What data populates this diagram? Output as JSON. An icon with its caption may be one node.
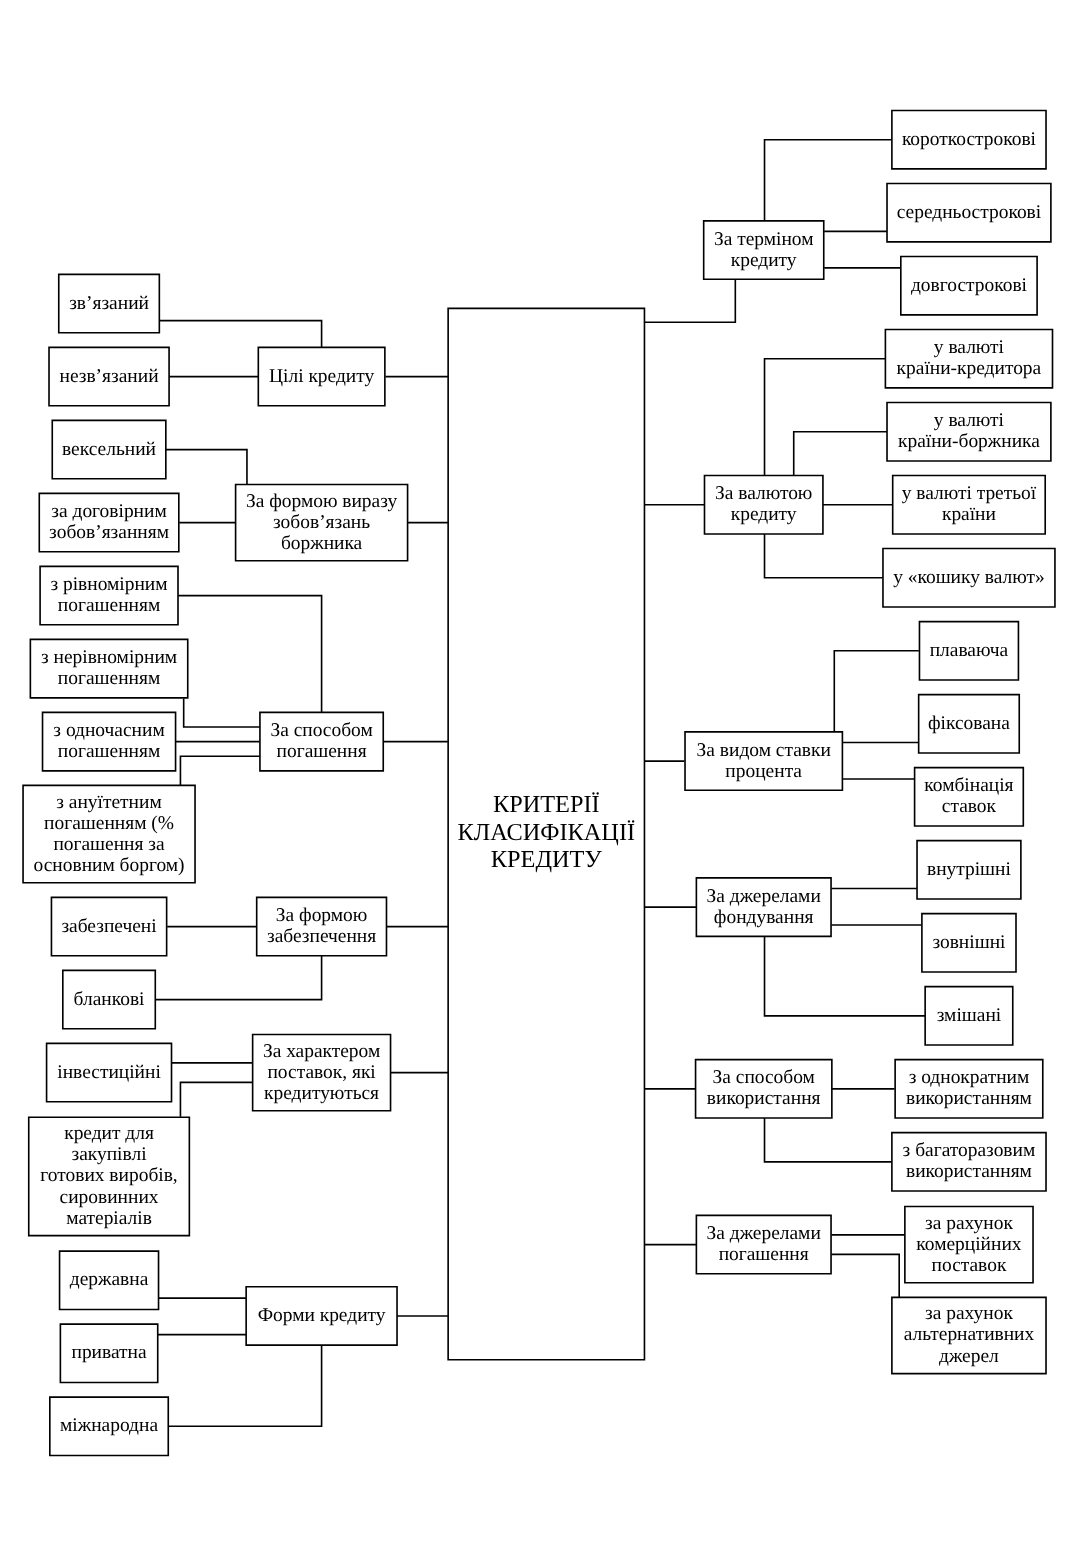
{
  "diagram": {
    "nodes": [
      {
        "text": [
          "Форми кредиту"
        ]
      },
      {
        "text": [
          "державна"
        ]
      },
      {
        "text": [
          "приватна"
        ]
      },
      {
        "text": [
          "міжнародна"
        ]
      },
      {
        "text": [
          "Цілі кредиту"
        ]
      },
      {
        "text": [
          "зв’язаний"
        ]
      },
      {
        "text": [
          "незв’язаний"
        ]
      },
      {
        "text": [
          "За формою виразу зобов’язань боржника"
        ]
      },
      {
        "text": [
          "вексельний"
        ]
      },
      {
        "text": [
          "за договірним зобов’язанням"
        ]
      },
      {
        "text": [
          "За способом погашення"
        ]
      },
      {
        "text": [
          "з рівномірним погашенням"
        ]
      },
      {
        "text": [
          "з нерівномірним погашенням"
        ]
      },
      {
        "text": [
          "з одночасним погашенням"
        ]
      },
      {
        "text": [
          "з ануїтетним погашенням (% погашення за основним боргом)"
        ]
      },
      {
        "text": [
          "За формою забезпечення"
        ]
      },
      {
        "text": [
          "забезпечені"
        ]
      },
      {
        "text": [
          "бланкові"
        ]
      },
      {
        "text": [
          "За характером поставок, які кредитуються"
        ]
      },
      {
        "text": [
          "інвестиційні"
        ]
      },
      {
        "text": [
          "кредит для закупівлі готових виробів, сировинних матеріалів"
        ]
      },
      {
        "text": [
          "КРИТЕРІЇ КЛАСИФІКАЦІЇ КРЕДИТУ"
        ]
      },
      {
        "text": [
          "За терміном кредиту"
        ]
      },
      {
        "text": [
          "короткострокові"
        ]
      },
      {
        "text": [
          "середньострокові"
        ]
      },
      {
        "text": [
          "довгострокові"
        ]
      },
      {
        "text": [
          "За валютою кредиту"
        ]
      },
      {
        "text": [
          "у валюті країни-кредитора"
        ]
      },
      {
        "text": [
          "у валюті країни-боржника"
        ]
      },
      {
        "text": [
          "у валюті третьої країни"
        ]
      },
      {
        "text": [
          "у «кошику валют»"
        ]
      },
      {
        "text": [
          "За видом ставки процента"
        ]
      },
      {
        "text": [
          "плаваюча"
        ]
      },
      {
        "text": [
          "фіксована"
        ]
      },
      {
        "text": [
          "комбінація ставок"
        ]
      },
      {
        "text": [
          "За джерелами фондування"
        ]
      },
      {
        "text": [
          "внутрішні"
        ]
      },
      {
        "text": [
          "зовнішні"
        ]
      },
      {
        "text": [
          "змішані"
        ]
      },
      {
        "text": [
          "За способом використання"
        ]
      },
      {
        "text": [
          "з однократним використанням"
        ]
      },
      {
        "text": [
          "з багаторазовим використанням"
        ]
      },
      {
        "text": [
          "За джерелами погашення"
        ]
      },
      {
        "text": [
          "за рахунок комерційних поставок"
        ]
      },
      {
        "text": [
          "за рахунок альтернативних джерел"
        ]
      }
    ],
    "edges": [
      {
        "from": 1,
        "to": 0,
        "arrow": "none"
      },
      {
        "from": 2,
        "to": 0,
        "arrow": "none"
      },
      {
        "from": 3,
        "to": 0,
        "arrow": "none"
      },
      {
        "from": 0,
        "to": 21,
        "arrow": "none"
      },
      {
        "from": 5,
        "to": 4,
        "arrow": "none"
      },
      {
        "from": 6,
        "to": 4,
        "arrow": "none"
      },
      {
        "from": 4,
        "to": 21,
        "arrow": "none"
      },
      {
        "from": 8,
        "to": 7,
        "arrow": "none"
      },
      {
        "from": 9,
        "to": 7,
        "arrow": "none"
      },
      {
        "from": 7,
        "to": 21,
        "arrow": "none"
      },
      {
        "from": 11,
        "to": 10,
        "arrow": "none"
      },
      {
        "from": 12,
        "to": 10,
        "arrow": "none"
      },
      {
        "from": 13,
        "to": 10,
        "arrow": "none"
      },
      {
        "from": 14,
        "to": 10,
        "arrow": "none"
      },
      {
        "from": 10,
        "to": 21,
        "arrow": "none"
      },
      {
        "from": 16,
        "to": 15,
        "arrow": "none"
      },
      {
        "from": 17,
        "to": 15,
        "arrow": "none"
      },
      {
        "from": 15,
        "to": 21,
        "arrow": "none"
      },
      {
        "from": 19,
        "to": 18,
        "arrow": "none"
      },
      {
        "from": 20,
        "to": 18,
        "arrow": "none"
      },
      {
        "from": 18,
        "to": 21,
        "arrow": "none"
      },
      {
        "from": 21,
        "to": 22,
        "arrow": "none"
      },
      {
        "from": 22,
        "to": 23,
        "arrow": "none"
      },
      {
        "from": 22,
        "to": 24,
        "arrow": "none"
      },
      {
        "from": 22,
        "to": 25,
        "arrow": "none"
      },
      {
        "from": 21,
        "to": 26,
        "arrow": "none"
      },
      {
        "from": 26,
        "to": 27,
        "arrow": "none"
      },
      {
        "from": 26,
        "to": 28,
        "arrow": "none"
      },
      {
        "from": 26,
        "to": 29,
        "arrow": "none"
      },
      {
        "from": 26,
        "to": 30,
        "arrow": "none"
      },
      {
        "from": 21,
        "to": 31,
        "arrow": "none"
      },
      {
        "from": 31,
        "to": 32,
        "arrow": "none"
      },
      {
        "from": 31,
        "to": 33,
        "arrow": "none"
      },
      {
        "from": 31,
        "to": 34,
        "arrow": "none"
      },
      {
        "from": 21,
        "to": 35,
        "arrow": "none"
      },
      {
        "from": 35,
        "to": 36,
        "arrow": "none"
      },
      {
        "from": 35,
        "to": 37,
        "arrow": "none"
      },
      {
        "from": 35,
        "to": 38,
        "arrow": "none"
      },
      {
        "from": 21,
        "to": 39,
        "arrow": "none"
      },
      {
        "from": 39,
        "to": 40,
        "arrow": "none"
      },
      {
        "from": 39,
        "to": 41,
        "arrow": "none"
      },
      {
        "from": 21,
        "to": 42,
        "arrow": "none"
      },
      {
        "from": 42,
        "to": 43,
        "arrow": "none"
      },
      {
        "from": 42,
        "to": 44,
        "arrow": "none"
      }
    ]
  }
}
